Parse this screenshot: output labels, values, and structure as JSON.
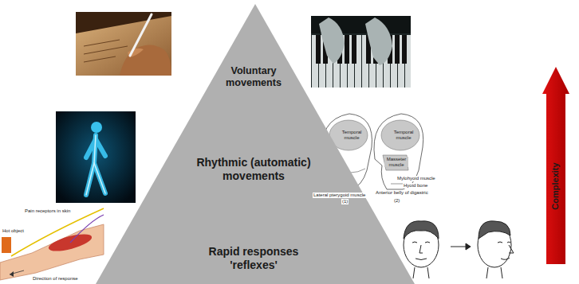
{
  "diagram": {
    "nodes": [
      {
        "text": [
          "Voluntary movements",
          "Rhythmic (automatic) movements",
          "Rapid responses 'reflexes'"
        ]
      },
      {
        "text": [
          "Complexity"
        ]
      }
    ],
    "labels": [
      "Temporal muscle",
      "Temporal muscle",
      "Lateral pterygoid muscle",
      "(1)",
      "Masseter muscle",
      "Mylohyoid muscle",
      "Hyoid bone",
      "Anterior belly of digastric",
      "(2)",
      "Hot object",
      "Pain receptors in skin",
      "Direction of response"
    ]
  }
}
